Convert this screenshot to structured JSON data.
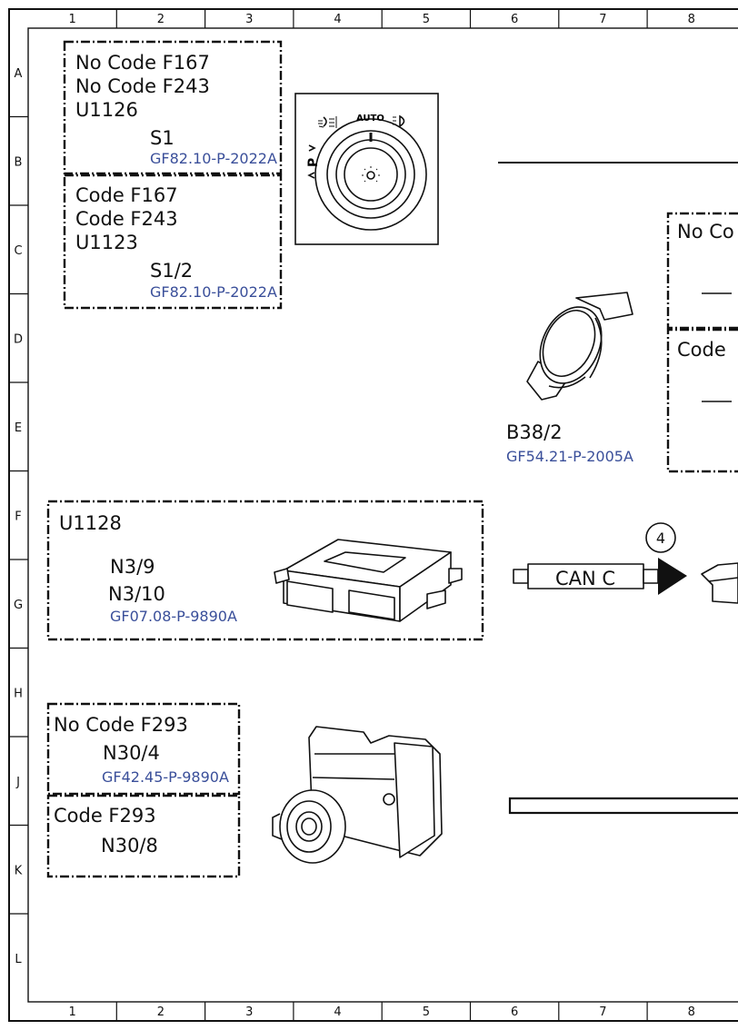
{
  "columns": [
    "1",
    "2",
    "3",
    "4",
    "5",
    "6",
    "7",
    "8"
  ],
  "rows": [
    "A",
    "B",
    "C",
    "D",
    "E",
    "F",
    "G",
    "H",
    "J",
    "K",
    "L"
  ],
  "boxes": {
    "s1_nocode": {
      "line1": "No Code F167",
      "line2": "No Code F243",
      "line3": "U1126",
      "part": "S1",
      "ref": "GF82.10-P-2022A"
    },
    "s1_code": {
      "line1": "Code F167",
      "line2": "Code F243",
      "line3": "U1123",
      "part": "S1/2",
      "ref": "GF82.10-P-2022A"
    },
    "right_nocode": {
      "line1": "No Co"
    },
    "right_code": {
      "line1": "Code"
    },
    "n3": {
      "line1": "U1128",
      "part1": "N3/9",
      "part2": "N3/10",
      "ref": "GF07.08-P-9890A"
    },
    "n30_nocode": {
      "line1": "No Code F293",
      "part": "N30/4",
      "ref": "GF42.45-P-9890A"
    },
    "n30_code": {
      "line1": "Code F293",
      "part": "N30/8"
    }
  },
  "switch": {
    "auto_label": "AUTO",
    "park_label": "P"
  },
  "sensor": {
    "part": "B38/2",
    "ref": "GF54.21-P-2005A"
  },
  "connector": {
    "bus_label": "CAN C",
    "marker": "4"
  }
}
